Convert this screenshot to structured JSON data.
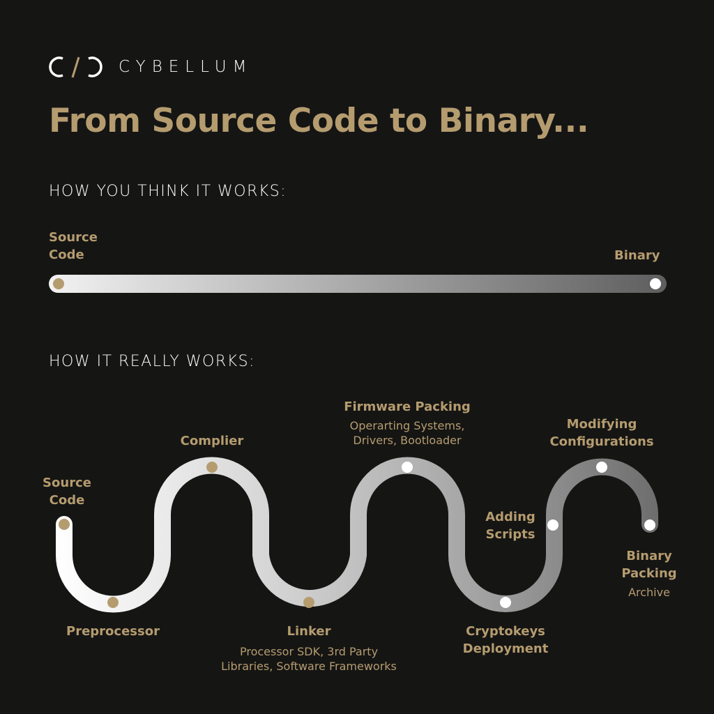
{
  "brand": {
    "name": "CYBELLUM",
    "logo_mark": "C/C",
    "colors": {
      "gold": "#b59c6f",
      "white": "#ffffff",
      "background": "#151514"
    }
  },
  "title": "From Source Code to Binary...",
  "simple": {
    "heading": "HOW YOU THINK IT WORKS:",
    "start_label": "Source Code",
    "start_line1": "Source",
    "start_line2": "Code",
    "end_label": "Binary"
  },
  "real": {
    "heading": "HOW IT REALLY WORKS:",
    "steps": [
      {
        "label_line1": "Source",
        "label_line2": "Code",
        "sub": ""
      },
      {
        "label": "Preprocessor",
        "sub": ""
      },
      {
        "label": "Complier",
        "sub": ""
      },
      {
        "label": "Linker",
        "sub_line1": "Processor SDK, 3rd Party",
        "sub_line2": "Libraries, Software Frameworks"
      },
      {
        "label": "Firmware Packing",
        "sub_line1": "Operarting Systems,",
        "sub_line2": "Drivers, Bootloader"
      },
      {
        "label_line1": "Cryptokeys",
        "label_line2": "Deployment"
      },
      {
        "label_line1": "Adding",
        "label_line2": "Scripts"
      },
      {
        "label_line1": "Modifying",
        "label_line2": "Configurations"
      },
      {
        "label_line1": "Binary",
        "label_line2": "Packing",
        "sub": "Archive"
      }
    ]
  }
}
